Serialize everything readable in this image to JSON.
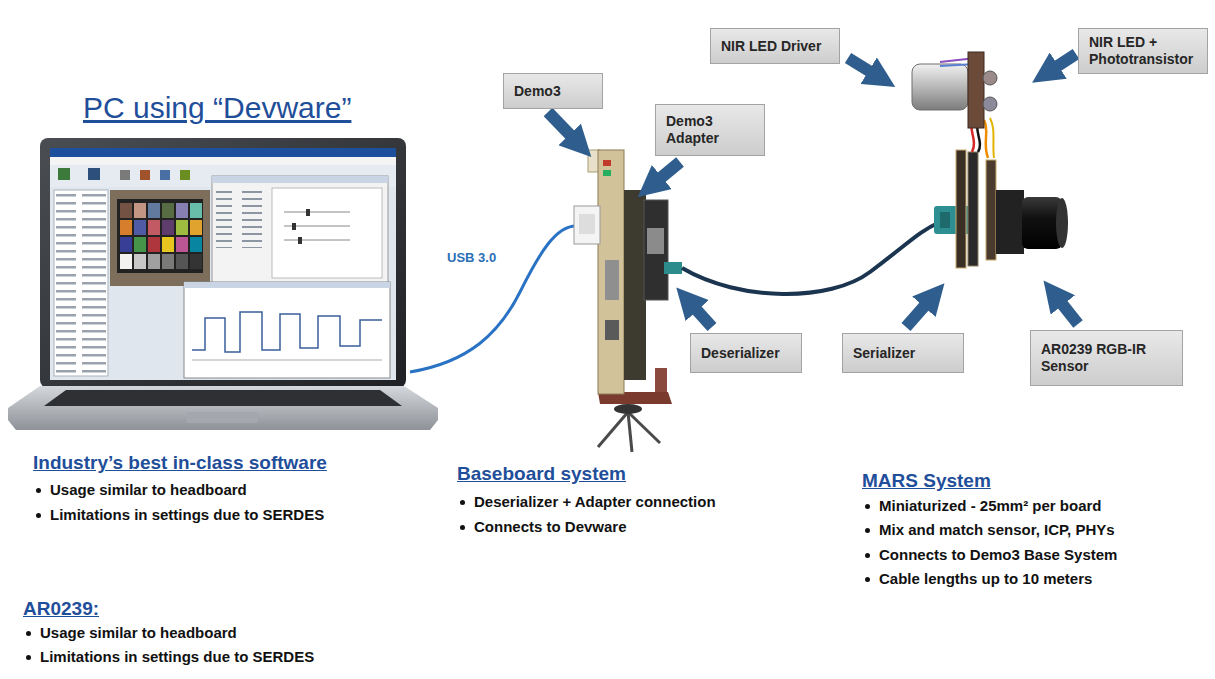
{
  "diagram": {
    "title": "PC using “Devware”",
    "nodes": [
      {
        "text": [
          "Demo3"
        ]
      },
      {
        "text": [
          "Demo3 Adapter"
        ]
      },
      {
        "text": [
          "NIR LED Driver"
        ]
      },
      {
        "text": [
          "NIR LED + Phototransistor"
        ]
      },
      {
        "text": [
          "Deserializer"
        ]
      },
      {
        "text": [
          "Serializer"
        ]
      },
      {
        "text": [
          "AR0239 RGB-IR Sensor"
        ]
      }
    ],
    "labels": [
      "USB 3.0",
      "Industry’s best in-class software",
      "Usage similar to headboard",
      "Limitations in settings due to SERDES",
      "Baseboard system",
      "Deserializer + Adapter connection",
      "Connects to Devware",
      "MARS System",
      "Miniaturized - 25mm² per board",
      "Mix and match sensor, ICP, PHYs",
      "Connects to Demo3 Base System",
      "Cable lengths up to 10 meters",
      "AR0239:",
      "Usage similar to headboard",
      "Limitations in settings due to SERDES"
    ]
  }
}
